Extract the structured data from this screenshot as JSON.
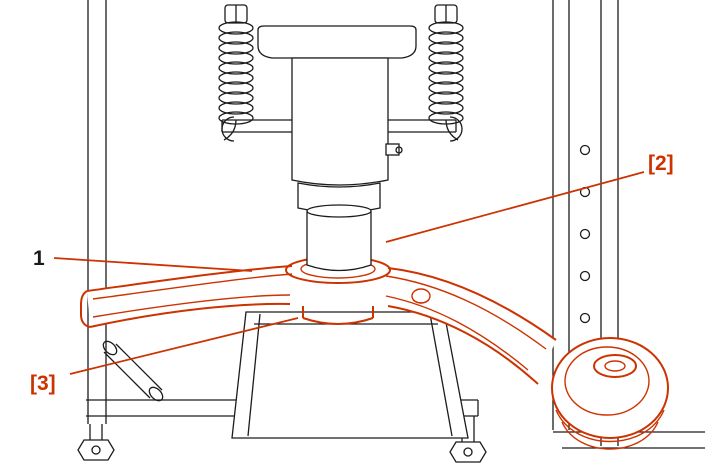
{
  "figure": {
    "kind": "technical-line-illustration",
    "colors": {
      "background": "#ffffff",
      "line": "#1c1c1c",
      "highlight": "#cc3300"
    },
    "callouts": [
      {
        "label": "1",
        "color": "#1a1a1a"
      },
      {
        "label": "[2]",
        "color": "#cc3300"
      },
      {
        "label": "[3]",
        "color": "#cc3300"
      }
    ]
  }
}
